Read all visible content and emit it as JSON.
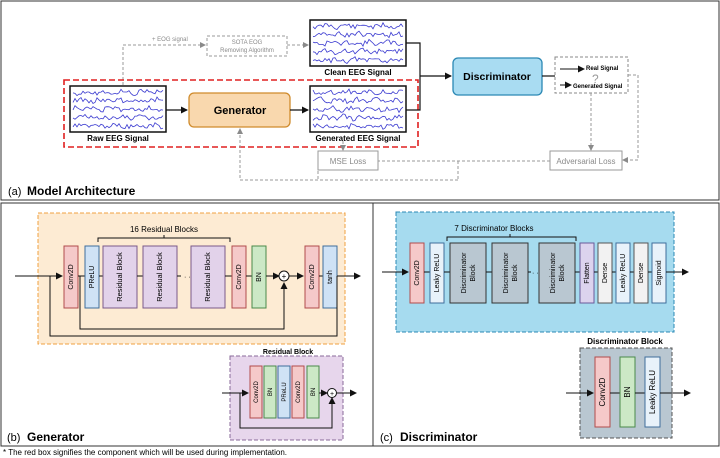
{
  "panel_a": {
    "caption_letter": "(a)",
    "caption_title": "Model Architecture",
    "eog_signal": "+ EOG signal",
    "sota_line1": "SOTA EOG",
    "sota_line2": "Removing Algorithm",
    "clean_eeg": "Clean EEG Signal",
    "raw_eeg": "Raw EEG Signal",
    "generator": "Generator",
    "generated_eeg": "Generated EEG Signal",
    "discriminator": "Discriminator",
    "real_signal": "Real Signal",
    "generated_signal": "Generated Signal",
    "question": "?",
    "mse_loss": "MSE Loss",
    "adversarial_loss": "Adversarial Loss"
  },
  "panel_b": {
    "caption_letter": "(b)",
    "caption_title": "Generator",
    "residual_blocks_label": "16 Residual Blocks",
    "blocks": [
      "Conv2D",
      "PReLU",
      "Residual Block",
      "Residual Block",
      "Residual Block",
      "Conv2D",
      "BN",
      "Conv2D",
      "tanh"
    ],
    "dots": "· · · · ·",
    "plus": "+",
    "residual_block_title": "Residual Block",
    "residual_inner": [
      "Conv2D",
      "BN",
      "PReLU",
      "Conv2D",
      "BN"
    ]
  },
  "panel_c": {
    "caption_letter": "(c)",
    "caption_title": "Discriminator",
    "disc_blocks_label": "7 Discriminator Blocks",
    "blocks": [
      "Conv2D",
      "Leaky ReLU",
      "Discriminator Block",
      "Discriminator Block",
      "Discriminator Block",
      "Flatten",
      "Dense",
      "Leaky ReLU",
      "Dense",
      "Sigmoid"
    ],
    "dots": "· · · · ·",
    "disc_block_title": "Discriminator Block",
    "disc_inner": [
      "Conv2D",
      "BN",
      "Leaky ReLU"
    ]
  },
  "footnote": "* The red box signifies the component which will be used during implementation.",
  "colors": {
    "generator_fill": "#f9d8ae",
    "generator_stroke": "#d08b2c",
    "discriminator_fill": "#a9dcf2",
    "discriminator_stroke": "#2b88b4",
    "gen_panel_fill": "#fdebd3",
    "disc_panel_fill": "#a6dbef",
    "res_panel_fill": "#e7d6ec",
    "conv_fill": "#f5c9c9",
    "prelu_fill": "#cfe2f5",
    "resblock_fill": "#e2d2ea",
    "bn_fill": "#cce8c6",
    "discblock_fill": "#b9c7d1",
    "flatten_fill": "#dcd3ee",
    "dense_fill": "#f2f2f2",
    "red_dashed": "#e02020"
  }
}
